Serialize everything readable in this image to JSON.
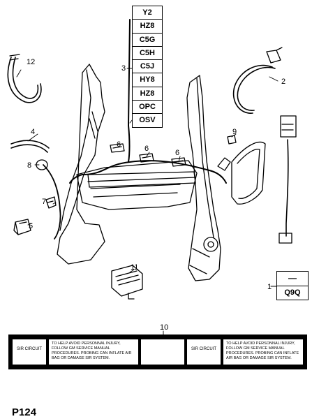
{
  "diagram": {
    "code_list": [
      "Y2",
      "HZ8",
      "C5G",
      "C5H",
      "C5J",
      "HY8",
      "HZ8",
      "OPC",
      "OSV"
    ],
    "callouts": [
      "1",
      "2",
      "3",
      "4",
      "5",
      "6",
      "6",
      "6",
      "7",
      "8",
      "9",
      "10",
      "11",
      "12"
    ],
    "option_box": {
      "symbol": "—",
      "code": "Q9Q"
    },
    "label_strip": {
      "sir_label_left": "SIR CIRCUIT",
      "warning_left": "TO HELP AVOID PERSONNAL INJURY, FOLLOW GM SERVICE MANUAL PROCEDURES. PROBING CAN INFLATE AIR BAG OR DAMAGE SIR SYSTEM.",
      "sir_label_right": "SIR CIRCUIT",
      "warning_right": "TO HELP AVOID PERSONNAL INJURY, FOLLOW GM SERVICE MANUAL PROCEDURES. PROBING CAN INFLATE AIR BAG OR DAMAGE SIR SYSTEM."
    },
    "page_code": "P124"
  }
}
